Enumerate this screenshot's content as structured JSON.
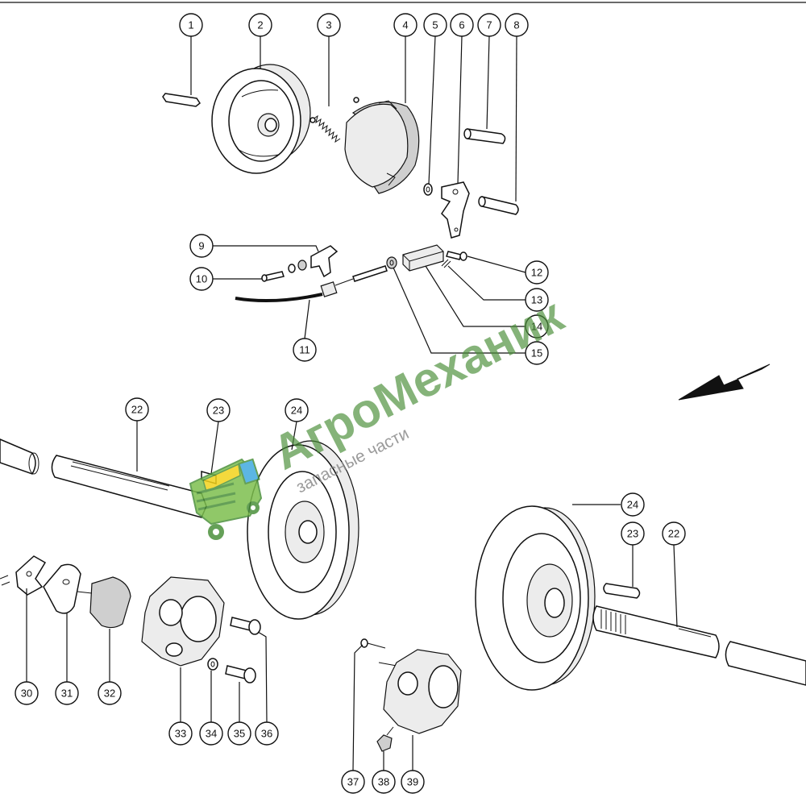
{
  "callouts": [
    {
      "id": "c1",
      "label": "1"
    },
    {
      "id": "c2",
      "label": "2"
    },
    {
      "id": "c3",
      "label": "3"
    },
    {
      "id": "c4",
      "label": "4"
    },
    {
      "id": "c5",
      "label": "5"
    },
    {
      "id": "c6",
      "label": "6"
    },
    {
      "id": "c7",
      "label": "7"
    },
    {
      "id": "c8",
      "label": "8"
    },
    {
      "id": "c9",
      "label": "9"
    },
    {
      "id": "c10",
      "label": "10"
    },
    {
      "id": "c11",
      "label": "11"
    },
    {
      "id": "c12",
      "label": "12"
    },
    {
      "id": "c13",
      "label": "13"
    },
    {
      "id": "c14",
      "label": "14"
    },
    {
      "id": "c15",
      "label": "15"
    },
    {
      "id": "c22a",
      "label": "22"
    },
    {
      "id": "c23a",
      "label": "23"
    },
    {
      "id": "c24a",
      "label": "24"
    },
    {
      "id": "c24b",
      "label": "24"
    },
    {
      "id": "c23b",
      "label": "23"
    },
    {
      "id": "c22b",
      "label": "22"
    },
    {
      "id": "c30",
      "label": "30"
    },
    {
      "id": "c31",
      "label": "31"
    },
    {
      "id": "c32",
      "label": "32"
    },
    {
      "id": "c33",
      "label": "33"
    },
    {
      "id": "c34",
      "label": "34"
    },
    {
      "id": "c35",
      "label": "35"
    },
    {
      "id": "c36",
      "label": "36"
    },
    {
      "id": "c37",
      "label": "37"
    },
    {
      "id": "c38",
      "label": "38"
    },
    {
      "id": "c39",
      "label": "39"
    }
  ],
  "watermark": {
    "brand": "АгроМеханик",
    "tagline": "запасные части",
    "brand_color": "#4a8f3a",
    "logo_icon": "tractor-logo-icon"
  },
  "colors": {
    "line": "#111111",
    "background": "#ffffff",
    "watermark_green": "#4a8f3a",
    "watermark_gray": "#8a8a8a",
    "logo_yellow": "#f2d21b",
    "logo_blue": "#3fa9e0"
  },
  "icons": {
    "direction_arrow": "arrow-down-left-icon"
  }
}
